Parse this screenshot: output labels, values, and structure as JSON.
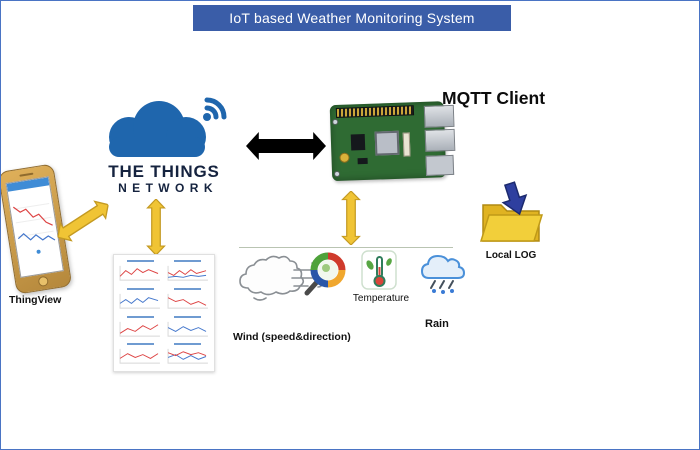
{
  "header": {
    "title": "IoT based Weather Monitoring System"
  },
  "colors": {
    "header_bg": "#3a5da8",
    "border_blue": "#4a74c4",
    "arrow_yellow": "#f0c435",
    "arrow_edge": "#c49a22",
    "ttn_blue": "#1f66ad",
    "ttn_text": "#15233f",
    "folder_yellow": "#f2cf3a",
    "board_green": "#2f6b33"
  },
  "ttn": {
    "line1": "THE THINGS",
    "line2": "NETWORK"
  },
  "mqtt": {
    "label": "MQTT"
  },
  "pi": {
    "label": "MQTT Client"
  },
  "log": {
    "label": "Local LOG"
  },
  "phone": {
    "label": "ThingView"
  },
  "sensors": {
    "wind": {
      "label": "Wind (speed&direction)"
    },
    "temperature": {
      "label": "Temperature"
    },
    "rain": {
      "label": "Rain"
    }
  }
}
